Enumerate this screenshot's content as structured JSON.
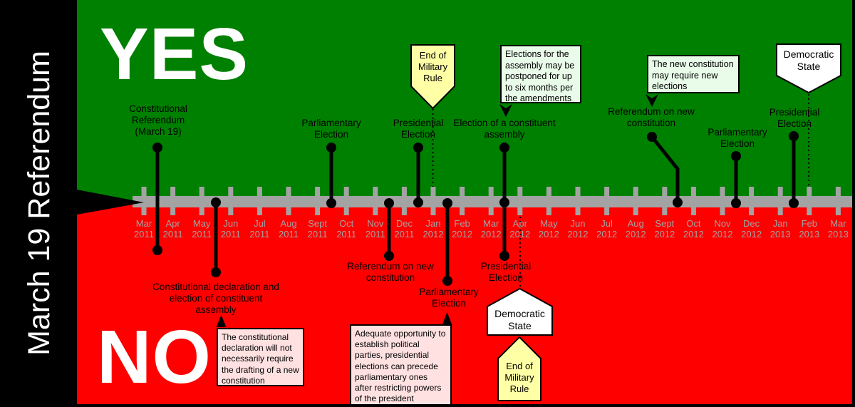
{
  "title": {
    "sidebar": "March 19 Referendum"
  },
  "verdicts": {
    "yes": "YES",
    "no": "NO"
  },
  "timeline": {
    "start": "Mar 2011",
    "end": "Mar 2013",
    "months": [
      {
        "month": "Mar",
        "year": "2011"
      },
      {
        "month": "Apr",
        "year": "2011"
      },
      {
        "month": "May",
        "year": "2011"
      },
      {
        "month": "Jun",
        "year": "2011"
      },
      {
        "month": "Jul",
        "year": "2011"
      },
      {
        "month": "Aug",
        "year": "2011"
      },
      {
        "month": "Sept",
        "year": "2011"
      },
      {
        "month": "Oct",
        "year": "2011"
      },
      {
        "month": "Nov",
        "year": "2011"
      },
      {
        "month": "Dec",
        "year": "2011"
      },
      {
        "month": "Jan",
        "year": "2012"
      },
      {
        "month": "Feb",
        "year": "2012"
      },
      {
        "month": "Mar",
        "year": "2012"
      },
      {
        "month": "Apr",
        "year": "2012"
      },
      {
        "month": "May",
        "year": "2012"
      },
      {
        "month": "Jun",
        "year": "2012"
      },
      {
        "month": "Jul",
        "year": "2012"
      },
      {
        "month": "Aug",
        "year": "2012"
      },
      {
        "month": "Sept",
        "year": "2012"
      },
      {
        "month": "Oct",
        "year": "2012"
      },
      {
        "month": "Nov",
        "year": "2012"
      },
      {
        "month": "Dec",
        "year": "2012"
      },
      {
        "month": "Jan",
        "year": "2013"
      },
      {
        "month": "Feb",
        "year": "2013"
      },
      {
        "month": "Mar",
        "year": "2013"
      }
    ]
  },
  "top_events": [
    {
      "label": "Constitutional Referendum (March 19)"
    },
    {
      "label": "Parliamentary Election"
    },
    {
      "label": "Presidential Election"
    },
    {
      "label": "Election of a constituent assembly"
    },
    {
      "label": "Referendum on new constitution"
    },
    {
      "label": "Parliamentary Election"
    },
    {
      "label": "Presidential Election"
    }
  ],
  "bottom_events": [
    {
      "label": "Constitutional declaration and election of constituent assembly"
    },
    {
      "label": "Referendum on new constitution"
    },
    {
      "label": "Parliamentary Election"
    },
    {
      "label": "Presidential Election"
    }
  ],
  "callouts": {
    "end_of_military_rule_top": "End of Military Rule",
    "assembly_postponed_note": "Elections for the assembly may be postponed for up to six months per the amendments",
    "new_constitution_note": "The new constitution may require new elections",
    "democratic_state_top": "Democratic State",
    "constitutional_declaration_note": "The constitutional declaration will not necessarily require the drafting of a new constitution",
    "political_parties_note": "Adequate opportunity to establish political parties, presidential elections can precede parliamentary ones after restricting powers of the president",
    "democratic_state_bottom": "Democratic State",
    "end_of_military_rule_bottom": "End of Military Rule"
  },
  "colors": {
    "green_bg": "#008000",
    "red_bg": "#FF0000",
    "timeline_gray": "#A3A3A3",
    "yellow_callout": "#FFFFA6",
    "light_green_note": "#E9FBE9",
    "pink_note": "#FFE1E1",
    "white_banner": "#FFFFFF",
    "line_black": "#000000"
  },
  "layout_hints": {
    "tick_start_x": 202,
    "tick_step_x": 40.6
  }
}
